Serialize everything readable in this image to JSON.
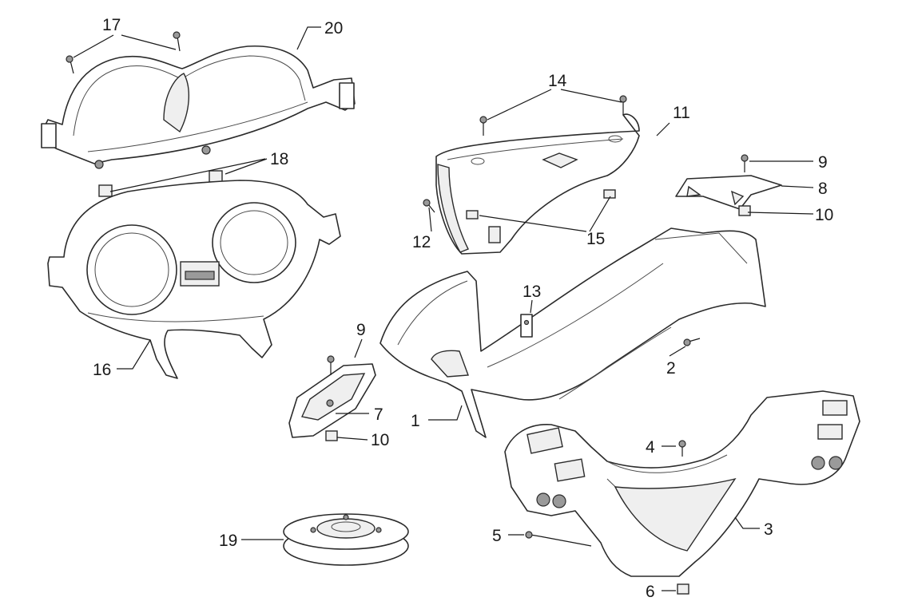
{
  "callouts": [
    {
      "id": "c1",
      "label": "1"
    },
    {
      "id": "c2",
      "label": "2"
    },
    {
      "id": "c3",
      "label": "3"
    },
    {
      "id": "c4",
      "label": "4"
    },
    {
      "id": "c5",
      "label": "5"
    },
    {
      "id": "c6",
      "label": "6"
    },
    {
      "id": "c7",
      "label": "7"
    },
    {
      "id": "c8",
      "label": "8"
    },
    {
      "id": "c9a",
      "label": "9"
    },
    {
      "id": "c9b",
      "label": "9"
    },
    {
      "id": "c10a",
      "label": "10"
    },
    {
      "id": "c10b",
      "label": "10"
    },
    {
      "id": "c11",
      "label": "11"
    },
    {
      "id": "c12",
      "label": "12"
    },
    {
      "id": "c13",
      "label": "13"
    },
    {
      "id": "c14",
      "label": "14"
    },
    {
      "id": "c15",
      "label": "15"
    },
    {
      "id": "c16",
      "label": "16"
    },
    {
      "id": "c17",
      "label": "17"
    },
    {
      "id": "c18",
      "label": "18"
    },
    {
      "id": "c19",
      "label": "19"
    },
    {
      "id": "c20",
      "label": "20"
    }
  ]
}
